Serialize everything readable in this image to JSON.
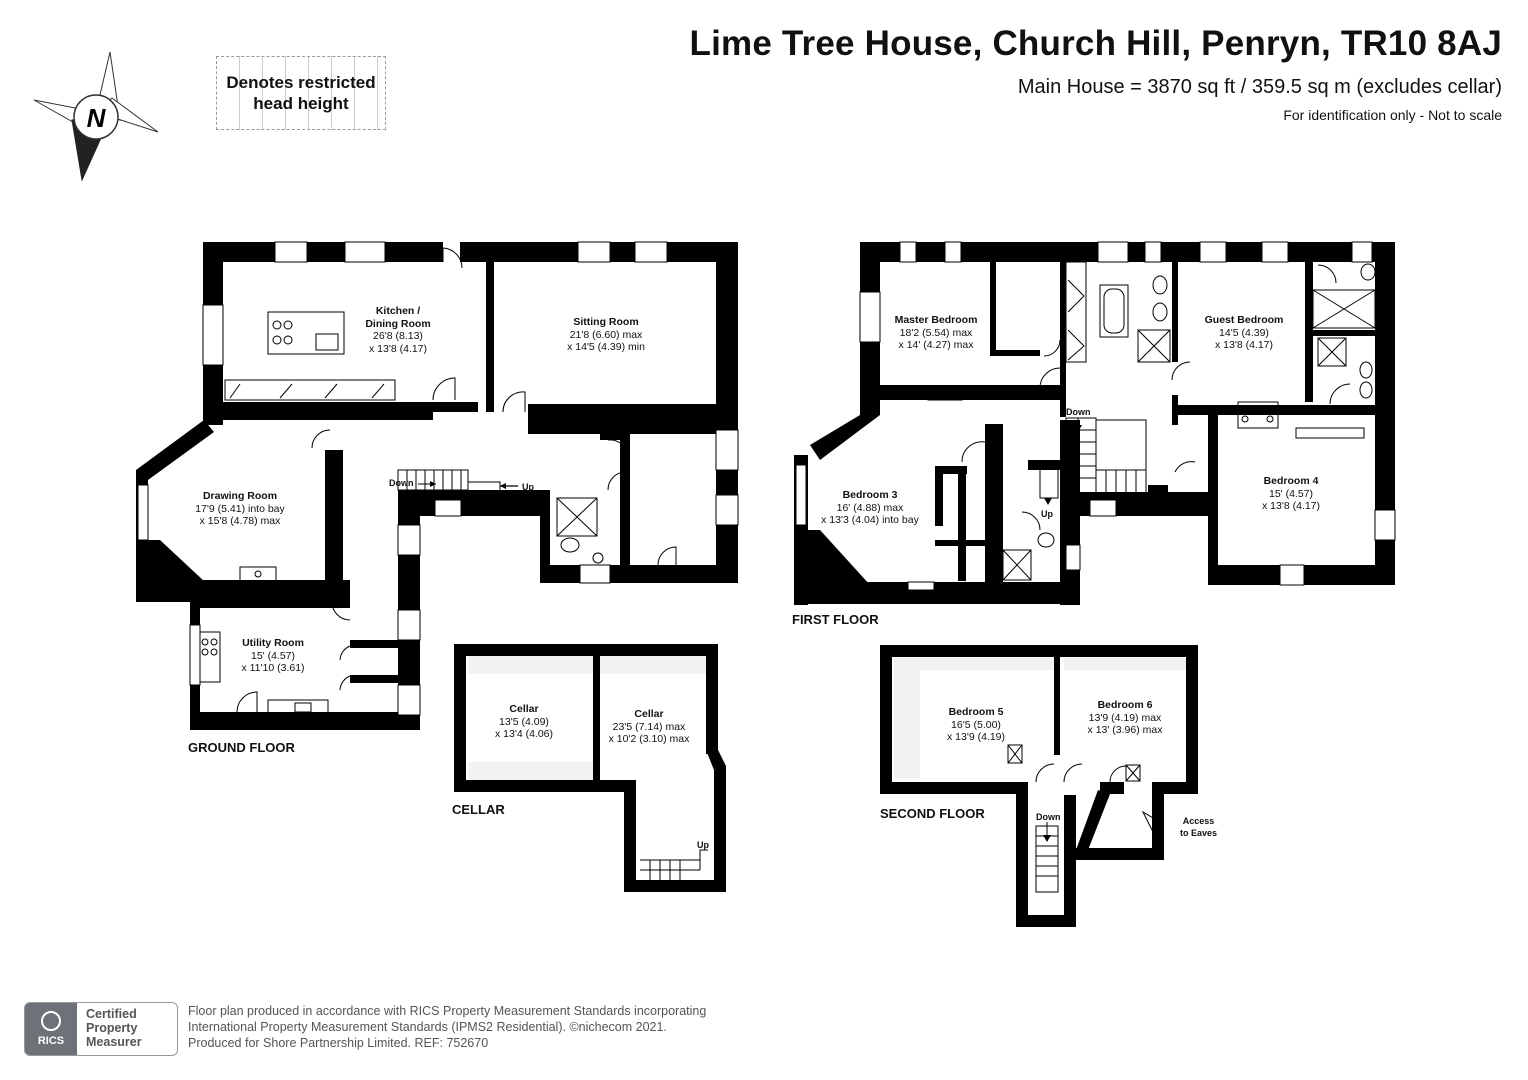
{
  "header": {
    "title": "Lime Tree House, Church Hill, Penryn, TR10 8AJ",
    "area": "Main House = 3870 sq ft / 359.5 sq m (excludes cellar)",
    "identification": "For identification only - Not to scale"
  },
  "legend": {
    "line1": "Denotes restricted",
    "line2": "head height"
  },
  "compass": {
    "label": "N",
    "icon": "compass-rose-icon"
  },
  "floors": {
    "ground": "GROUND FLOOR",
    "first": "FIRST FLOOR",
    "second": "SECOND FLOOR",
    "cellar": "CELLAR"
  },
  "rooms": {
    "kitchen": {
      "name1": "Kitchen /",
      "name2": "Dining Room",
      "dim1": "26'8 (8.13)",
      "dim2": "x 13'8 (4.17)"
    },
    "sitting": {
      "name": "Sitting Room",
      "dim1": "21'8 (6.60) max",
      "dim2": "x 14'5 (4.39) min"
    },
    "drawing": {
      "name": "Drawing Room",
      "dim1": "17'9 (5.41) into bay",
      "dim2": "x 15'8 (4.78) max"
    },
    "utility": {
      "name": "Utility Room",
      "dim1": "15' (4.57)",
      "dim2": "x 11'10 (3.61)"
    },
    "master": {
      "name": "Master Bedroom",
      "dim1": "18'2 (5.54) max",
      "dim2": "x 14' (4.27) max"
    },
    "guest": {
      "name": "Guest Bedroom",
      "dim1": "14'5 (4.39)",
      "dim2": "x 13'8 (4.17)"
    },
    "bed3": {
      "name": "Bedroom 3",
      "dim1": "16' (4.88) max",
      "dim2": "x 13'3 (4.04) into bay"
    },
    "bed4": {
      "name": "Bedroom 4",
      "dim1": "15' (4.57)",
      "dim2": "x 13'8 (4.17)"
    },
    "cellar1": {
      "name": "Cellar",
      "dim1": "13'5 (4.09)",
      "dim2": "x 13'4 (4.06)"
    },
    "cellar2": {
      "name": "Cellar",
      "dim1": "23'5 (7.14) max",
      "dim2": "x 10'2 (3.10) max"
    },
    "bed5": {
      "name": "Bedroom 5",
      "dim1": "16'5 (5.00)",
      "dim2": "x 13'9 (4.19)"
    },
    "bed6": {
      "name": "Bedroom 6",
      "dim1": "13'9 (4.19) max",
      "dim2": "x 13' (3.96) max"
    }
  },
  "stairs": {
    "down": "Down",
    "up": "Up",
    "eaves1": "Access",
    "eaves2": "to Eaves"
  },
  "footer": {
    "line1": "Floor plan produced in accordance with RICS Property Measurement Standards incorporating",
    "line2": "International Property Measurement Standards (IPMS2 Residential).  ©nichecom 2021.",
    "line3": "Produced for Shore Partnership Limited.   REF:  752670",
    "badge_org": "RICS",
    "badge1": "Certified",
    "badge2": "Property",
    "badge3": "Measurer"
  },
  "colors": {
    "wall": "#000000",
    "restricted_fill": "#f2f2f2"
  }
}
